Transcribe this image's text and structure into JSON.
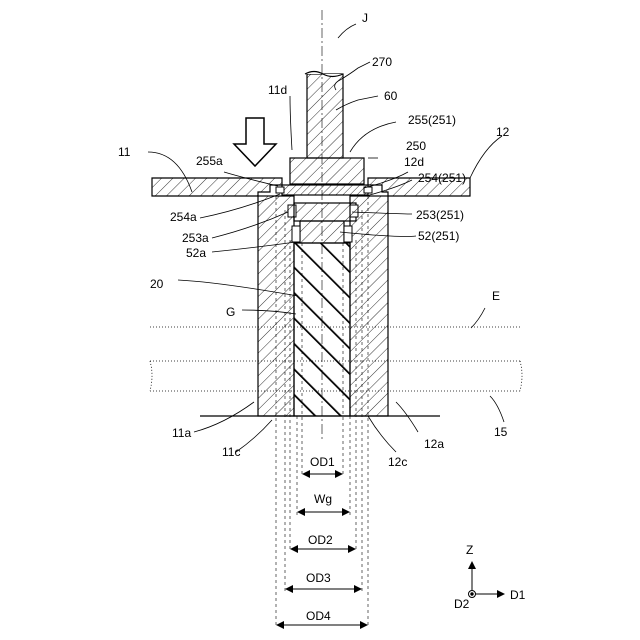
{
  "labels": {
    "J": "J",
    "r270": "270",
    "r60": "60",
    "r11d": "11d",
    "r255_251": "255(251)",
    "r250": "250",
    "r12": "12",
    "r11": "11",
    "r255a": "255a",
    "r12d": "12d",
    "r254_251": "254(251)",
    "r254a": "254a",
    "r253_251": "253(251)",
    "r253a": "253a",
    "r52_251": "52(251)",
    "r52a": "52a",
    "r20": "20",
    "E": "E",
    "G": "G",
    "r11a": "11a",
    "r15": "15",
    "r11c": "11c",
    "r12a": "12a",
    "r12c": "12c",
    "OD1": "OD1",
    "Wg": "Wg",
    "OD2": "OD2",
    "OD3": "OD3",
    "OD4": "OD4",
    "Z": "Z",
    "D1": "D1",
    "D2": "D2"
  }
}
